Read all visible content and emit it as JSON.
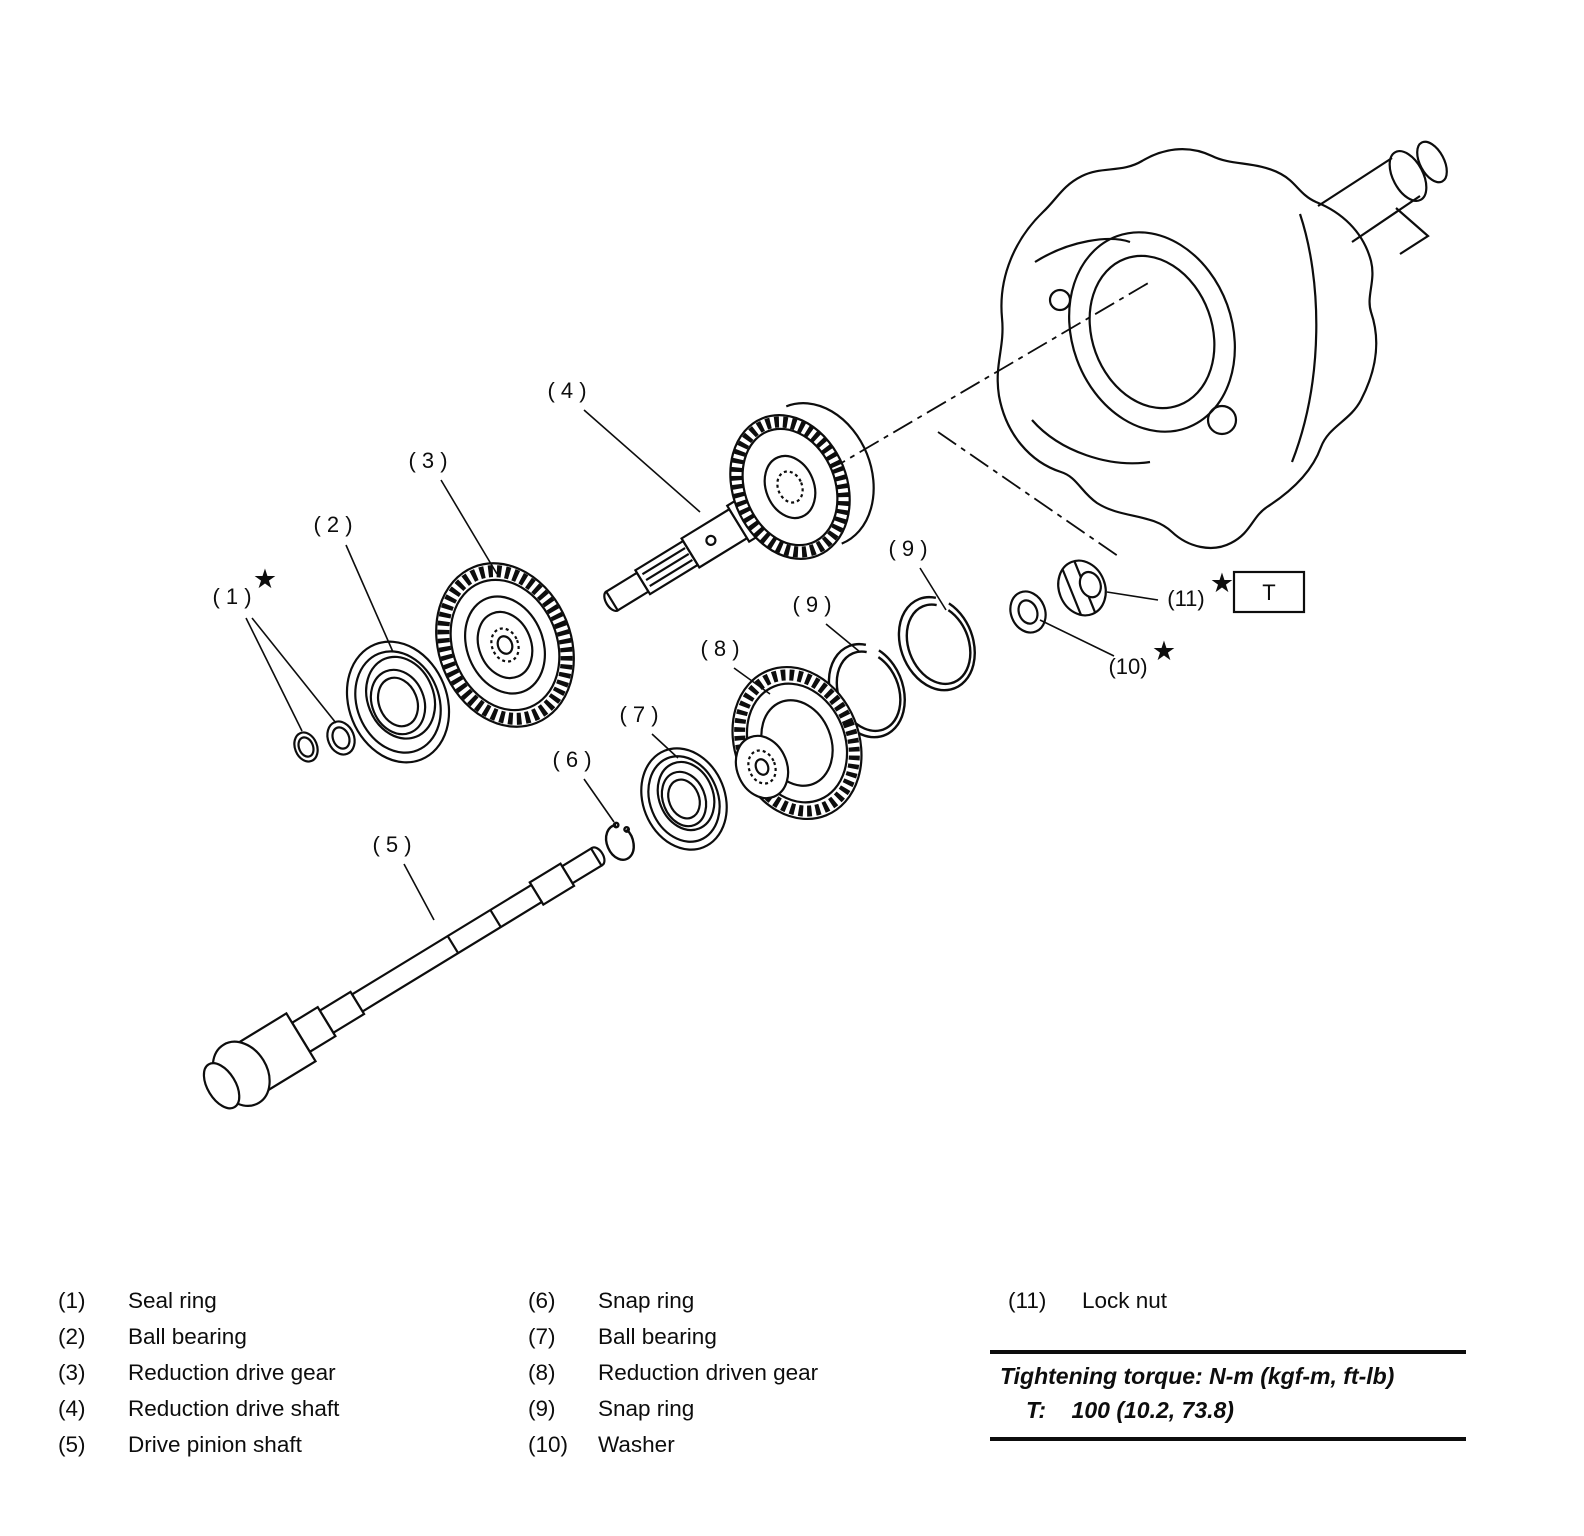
{
  "page": {
    "background": "#ffffff",
    "ink": "#0d0d0d"
  },
  "callouts": {
    "c1": "( 1 )",
    "c2": "( 2 )",
    "c3": "( 3 )",
    "c4": "( 4 )",
    "c5": "( 5 )",
    "c6": "( 6 )",
    "c7": "( 7 )",
    "c8": "( 8 )",
    "c9a": "( 9 )",
    "c9b": "( 9 )",
    "c10": "(10)",
    "c11": "(11)",
    "t_tag": "T",
    "star": "★"
  },
  "legend": {
    "col1": [
      {
        "num": "(1)",
        "label": "Seal ring"
      },
      {
        "num": "(2)",
        "label": "Ball bearing"
      },
      {
        "num": "(3)",
        "label": "Reduction drive gear"
      },
      {
        "num": "(4)",
        "label": "Reduction drive shaft"
      },
      {
        "num": "(5)",
        "label": "Drive pinion shaft"
      }
    ],
    "col2": [
      {
        "num": "(6)",
        "label": "Snap ring"
      },
      {
        "num": "(7)",
        "label": "Ball bearing"
      },
      {
        "num": "(8)",
        "label": "Reduction driven gear"
      },
      {
        "num": "(9)",
        "label": "Snap ring"
      },
      {
        "num": "(10)",
        "label": "Washer"
      }
    ],
    "col3": [
      {
        "num": "(11)",
        "label": "Lock nut"
      }
    ]
  },
  "torque_note": {
    "title": "Tightening torque: N-m (kgf-m, ft-lb)",
    "value": "T:    100 (10.2, 73.8)"
  }
}
